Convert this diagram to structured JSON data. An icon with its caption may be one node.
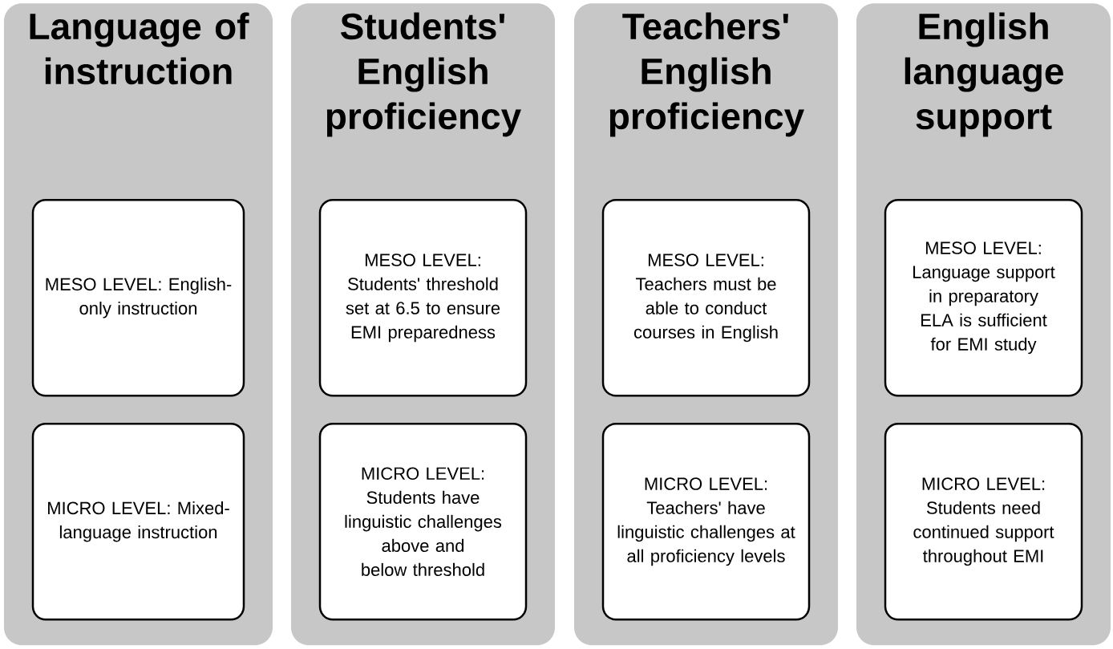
{
  "diagram": {
    "nodes": [
      {
        "text": [
          "Language of instruction"
        ]
      },
      {
        "text": [
          "MESO LEVEL: English-only instruction"
        ],
        "in": 0
      },
      {
        "text": [
          "MICRO LEVEL: Mixed-language instruction"
        ],
        "in": 0
      },
      {
        "text": [
          "Students' English proficiency"
        ]
      },
      {
        "text": [
          "MESO LEVEL: Students' threshold set at 6.5 to ensure EMI preparedness"
        ],
        "in": 3
      },
      {
        "text": [
          "MICRO LEVEL: Students have linguistic challenges above and below threshold"
        ],
        "in": 3
      },
      {
        "text": [
          "Teachers' English proficiency"
        ]
      },
      {
        "text": [
          "MESO LEVEL: Teachers must be able to conduct courses in English"
        ],
        "in": 6
      },
      {
        "text": [
          "MICRO LEVEL: Teachers' have linguistic challenges at all proficiency levels"
        ],
        "in": 6
      },
      {
        "text": [
          "English language support"
        ]
      },
      {
        "text": [
          "MESO LEVEL: Language support in preparatory ELA is sufficient for EMI study"
        ],
        "in": 9
      },
      {
        "text": [
          "MICRO LEVEL: Students need continued support throughout EMI"
        ],
        "in": 9
      }
    ]
  }
}
